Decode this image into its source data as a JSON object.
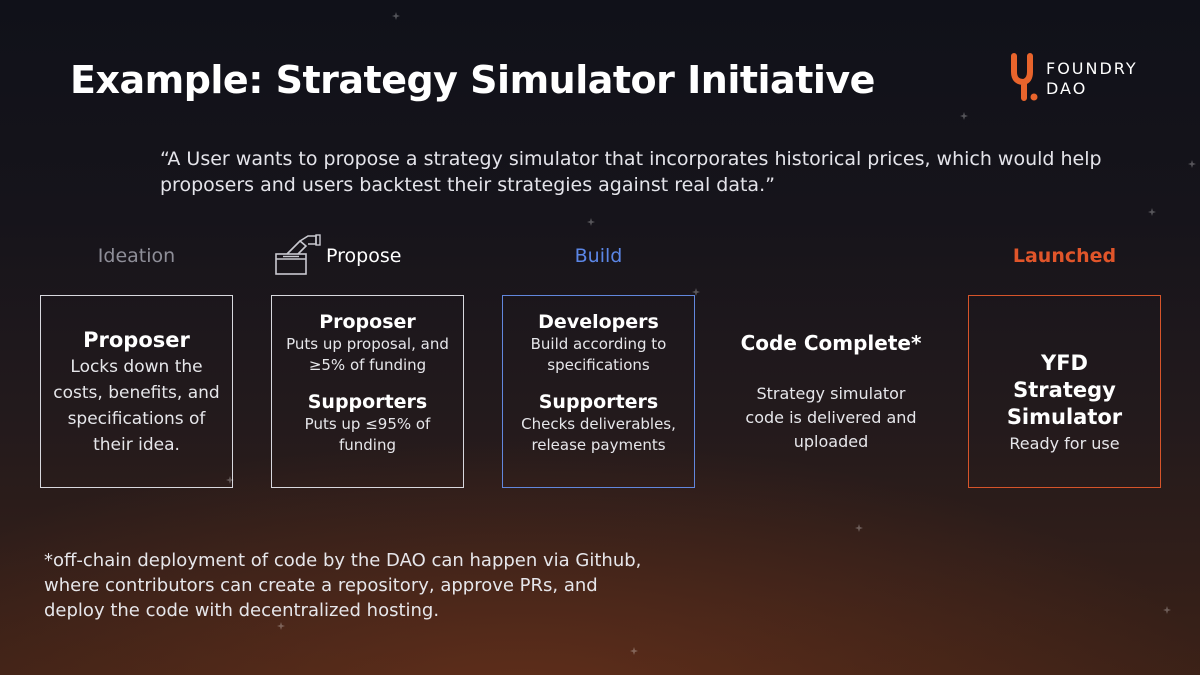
{
  "title": "Example: Strategy Simulator Initiative",
  "logo": {
    "line1": "FOUNDRY",
    "line2": "DAO",
    "brand_color": "#e8642c"
  },
  "quote": "“A User wants to propose a strategy simulator that incorporates historical prices, which would help proposers and users backtest their strategies against real data.”",
  "stages": {
    "ideation": "Ideation",
    "propose": "Propose",
    "build": "Build",
    "launched": "Launched"
  },
  "stage_colors": {
    "build": "#5b86e6",
    "launched": "#e0552a",
    "default": "#8e8e98"
  },
  "icons": {
    "propose": "ballot-box-icon",
    "logo": "foundry-logo-icon"
  },
  "cards": {
    "ideation": {
      "heading": "Proposer",
      "text": "Locks down the costs, benefits, and specifications of their idea."
    },
    "propose": {
      "heading1": "Proposer",
      "text1": "Puts up proposal, and ≥5% of funding",
      "heading2": "Supporters",
      "text2": "Puts up ≤95% of funding"
    },
    "build": {
      "heading1": "Developers",
      "text1": "Build according to specifications",
      "heading2": "Supporters",
      "text2": "Checks deliverables, release payments"
    },
    "code_complete": {
      "heading": "Code Complete*",
      "text": "Strategy simulator code is delivered and uploaded"
    },
    "launched": {
      "heading": "YFD Strategy Simulator",
      "text": "Ready for use"
    }
  },
  "footnote": "*off-chain deployment of code by the DAO can happen via Github, where contributors can create a repository, approve PRs, and deploy the code with decentralized hosting."
}
